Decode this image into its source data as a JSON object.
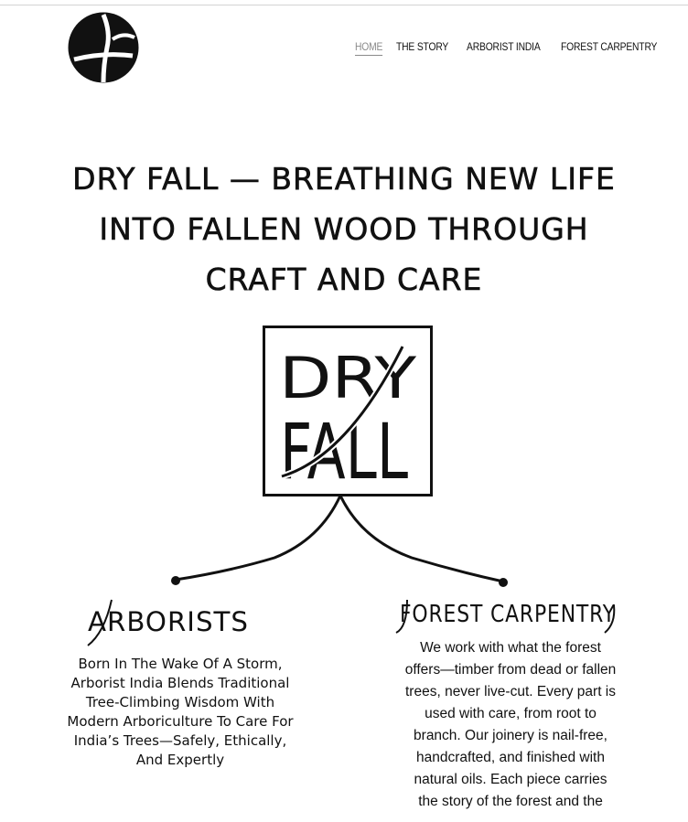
{
  "header": {
    "logo_icon": "dry-fall-round-logo-icon",
    "nav": [
      {
        "label": "HOME",
        "active": true
      },
      {
        "label": "THE STORY",
        "active": false
      },
      {
        "label": "ARBORIST INDIA",
        "active": false
      },
      {
        "label": "FOREST CARPENTRY",
        "active": false
      }
    ]
  },
  "hero": {
    "title": "DRY FALL — BREATHING NEW LIFE INTO FALLEN WOOD THROUGH CRAFT AND CARE"
  },
  "brand": {
    "logo_line1": "DRY",
    "logo_line2": "FALL"
  },
  "arborists": {
    "title": "Arborists",
    "body": "Born In The Wake Of A Storm, Arborist India Blends Traditional Tree-Climbing Wisdom With Modern Arboriculture To Care For India’s Trees—Safely, Ethically, And Expertly"
  },
  "carpentry": {
    "title": "Forest Carpentry",
    "body": "We work with what the forest offers—timber from dead or fallen trees, never live-cut. Every part is used with care, from root to branch. Our joinery is nail-free, handcrafted, and finished with natural oils. Each piece carries the story of the forest and the"
  },
  "colors": {
    "text": "#111111",
    "nav_active": "#8a8a8a",
    "background": "#ffffff"
  }
}
